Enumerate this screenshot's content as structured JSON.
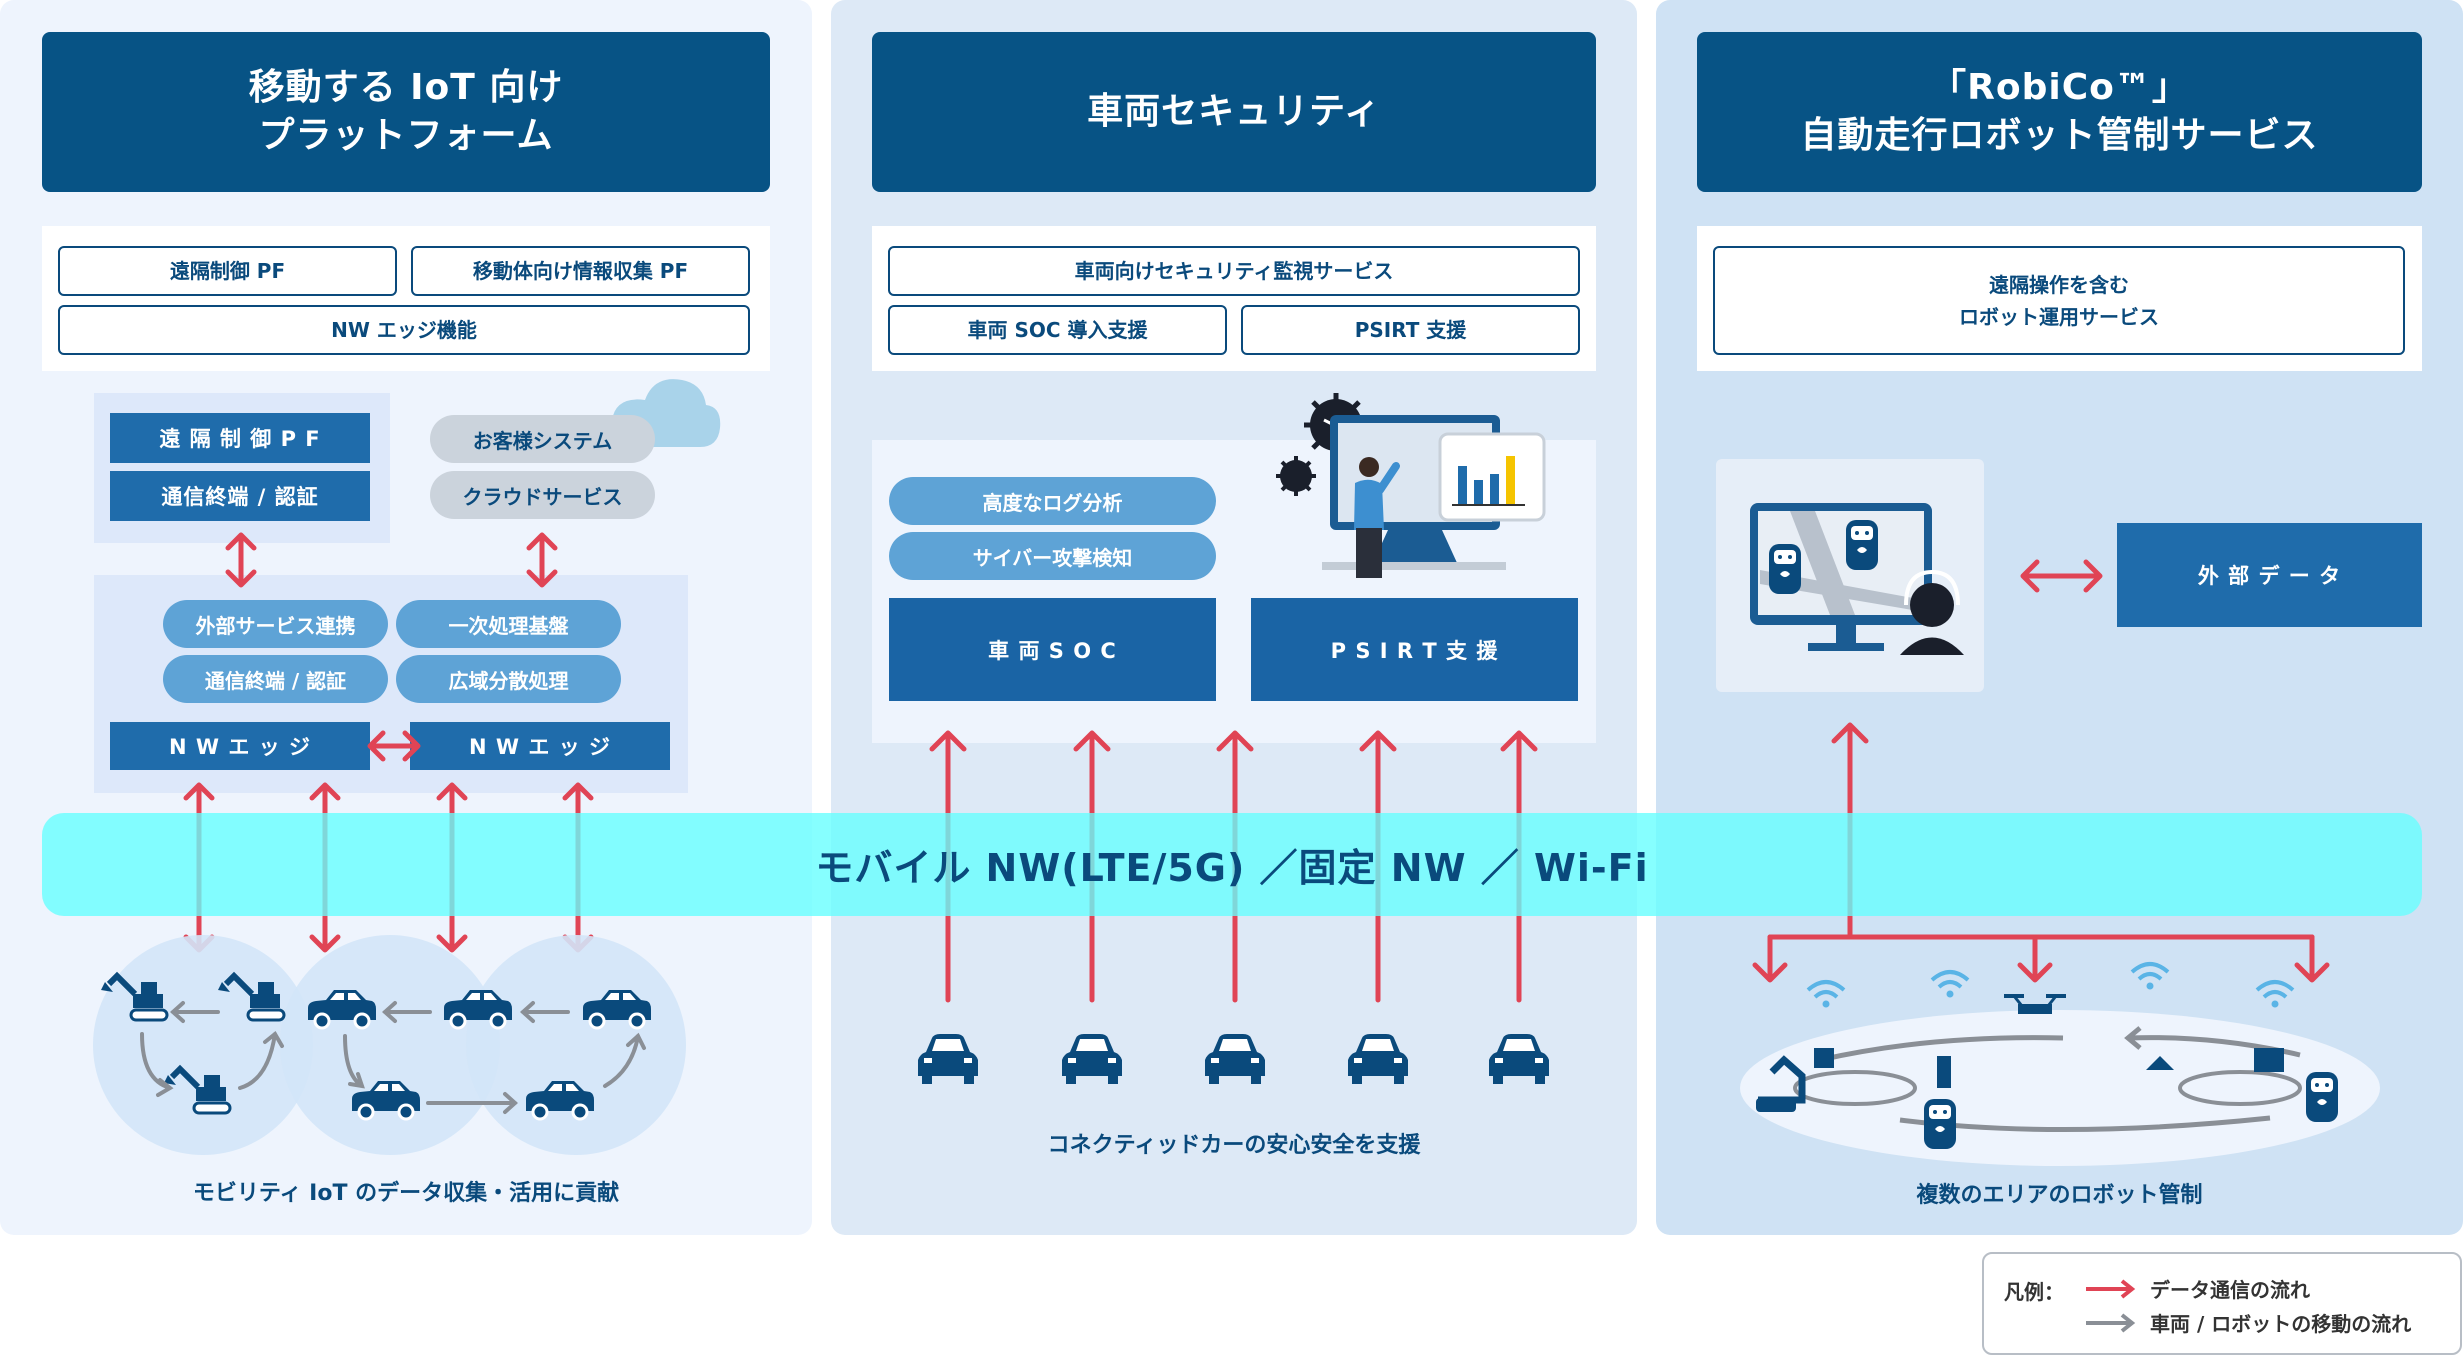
{
  "panels": [
    {
      "title_lines": [
        "移動する IoT 向け",
        "プラットフォーム"
      ],
      "services": [
        "遠隔制御 PF",
        "移動体向け情報収集 PF",
        "NW エッジ機能"
      ],
      "cloud_left": [
        "遠 隔 制 御 P F",
        "通信終端 / 認証"
      ],
      "cloud_right": [
        "お客様システム",
        "クラウドサービス"
      ],
      "edge_pills": [
        "外部サービス連携",
        "一次処理基盤",
        "通信終端 / 認証",
        "広域分散処理"
      ],
      "edge_boxes": [
        "N W エ ッ ジ",
        "N W エ ッ ジ"
      ],
      "caption": "モビリティ IoT のデータ収集・活用に貢献"
    },
    {
      "title_lines": [
        "車両セキュリティ"
      ],
      "services": [
        "車両向けセキュリティ監視サービス",
        "車両 SOC 導入支援",
        "PSIRT 支援"
      ],
      "pills": [
        "高度なログ分析",
        "サイバー攻撃検知"
      ],
      "boxes": [
        "車 両  S O C",
        "P S I R T  支 援"
      ],
      "caption": "コネクティッドカーの安心安全を支援"
    },
    {
      "title_lines": [
        "「RobiCo™」",
        "自動走行ロボット管制サービス"
      ],
      "services": [
        "遠隔操作を含む",
        "ロボット運用サービス"
      ],
      "external": "外 部 デ ー タ",
      "caption": "複数のエリアのロボット管制"
    }
  ],
  "band": "モバイル NW(LTE/5G) ／固定 NW ／ Wi-Fi",
  "legend": {
    "label": "凡例：",
    "data_flow": "データ通信の流れ",
    "movement_flow": "車両 / ロボットの移動の流れ"
  },
  "colors": {
    "header": "#075385",
    "accent_red": "#e04455",
    "movement_grey": "#8a8f96",
    "band": "#64ffff",
    "yellow": "#f5c400"
  },
  "icons": [
    "excavator-icon",
    "car-icon",
    "robot-icon",
    "drone-icon",
    "wifi-icon",
    "monitor-icon",
    "virus-icon",
    "operator-icon",
    "cloud-icon",
    "chart-icon"
  ]
}
